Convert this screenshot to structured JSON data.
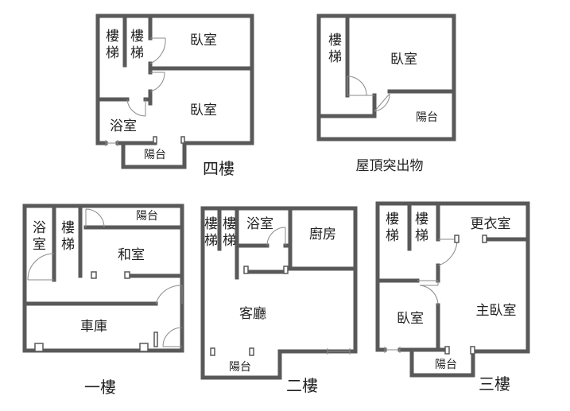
{
  "floors": {
    "f4": {
      "label": "四樓",
      "rooms": {
        "stair_a": "樓梯",
        "stair_b": "樓梯",
        "bedroom_top": "臥室",
        "bedroom_mid": "臥室",
        "bath": "浴室",
        "balcony": "陽台"
      }
    },
    "roof": {
      "label": "屋頂突出物",
      "rooms": {
        "stair": "樓梯",
        "bedroom": "臥室",
        "balcony": "陽台"
      }
    },
    "f1": {
      "label": "一樓",
      "rooms": {
        "bath": "浴室",
        "stair": "樓梯",
        "balcony": "陽台",
        "washitsu": "和室",
        "garage": "車庫"
      }
    },
    "f2": {
      "label": "二樓",
      "rooms": {
        "stair_a": "樓梯",
        "stair_b": "樓梯",
        "bath": "浴室",
        "kitchen": "廚房",
        "living": "客廳",
        "balcony": "陽台"
      }
    },
    "f3": {
      "label": "三樓",
      "rooms": {
        "stair_a": "樓梯",
        "stair_b": "樓梯",
        "closet": "更衣室",
        "master": "主臥室",
        "bedroom": "臥室",
        "balcony": "陽台"
      }
    }
  }
}
